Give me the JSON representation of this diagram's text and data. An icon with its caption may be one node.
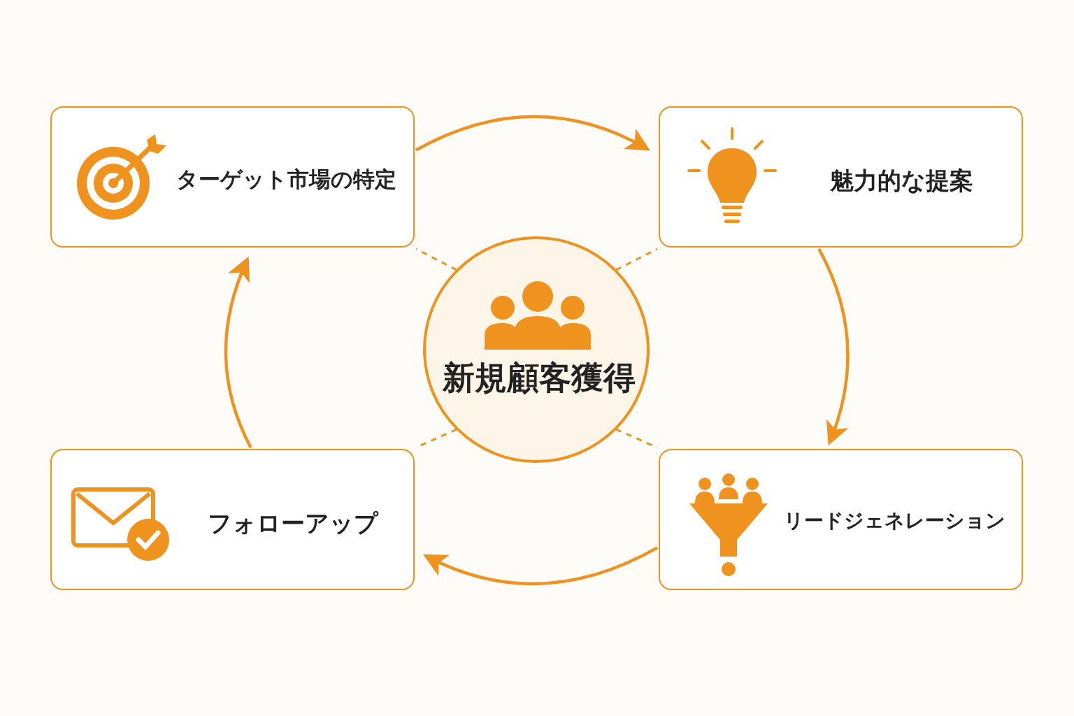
{
  "diagram": {
    "nodes": [
      {
        "text": [
          "新規顧客獲得"
        ]
      },
      {
        "text": [
          "ターゲット市場の特定"
        ]
      },
      {
        "text": [
          "魅力的な提案"
        ]
      },
      {
        "text": [
          "リードジェネレーション"
        ]
      },
      {
        "text": [
          "フォローアップ"
        ]
      }
    ],
    "edges": [
      {
        "from": 1,
        "to": 2,
        "arrow": "to"
      },
      {
        "from": 2,
        "to": 3,
        "arrow": "to"
      },
      {
        "from": 3,
        "to": 4,
        "arrow": "to"
      },
      {
        "from": 4,
        "to": 1,
        "arrow": "to"
      },
      {
        "from": 0,
        "to": 1,
        "arrow": "none",
        "style": "dashed"
      },
      {
        "from": 0,
        "to": 2,
        "arrow": "none",
        "style": "dashed"
      },
      {
        "from": 0,
        "to": 3,
        "arrow": "none",
        "style": "dashed"
      },
      {
        "from": 0,
        "to": 4,
        "arrow": "none",
        "style": "dashed"
      }
    ]
  }
}
